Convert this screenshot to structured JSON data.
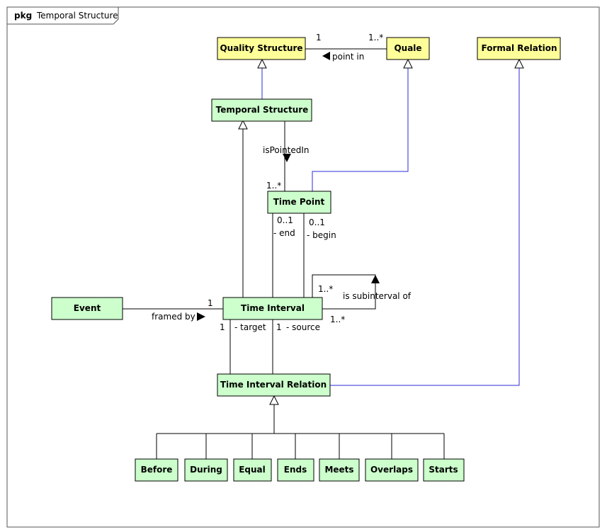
{
  "frame": {
    "keyword": "pkg",
    "title": "Temporal Structure"
  },
  "colors": {
    "quality": "#ffff99",
    "temporal": "#ccffcc",
    "blue_line": "#2b2bd8"
  },
  "classes": {
    "quality_structure": "Quality Structure",
    "quale": "Quale",
    "formal_relation": "Formal Relation",
    "temporal_structure": "Temporal Structure",
    "time_point": "Time Point",
    "event": "Event",
    "time_interval": "Time Interval",
    "time_interval_relation": "Time Interval Relation",
    "before": "Before",
    "during": "During",
    "equal": "Equal",
    "ends": "Ends",
    "meets": "Meets",
    "overlaps": "Overlaps",
    "starts": "Starts"
  },
  "labels": {
    "point_in": "point in",
    "point_in_mult_left": "1",
    "point_in_mult_right": "1..*",
    "is_pointed_in": "isPointedIn",
    "time_point_mult": "1..*",
    "end_mult": "0..1",
    "end_role": "- end",
    "begin_mult": "0..1",
    "begin_role": "- begin",
    "subinterval_top_mult": "1..*",
    "subinterval": "is subinterval of",
    "subinterval_bottom_mult": "1..*",
    "framed_by": "framed by",
    "framed_by_mult": "1",
    "target_mult": "1",
    "target_role": "- target",
    "source_mult": "1",
    "source_role": "- source"
  }
}
